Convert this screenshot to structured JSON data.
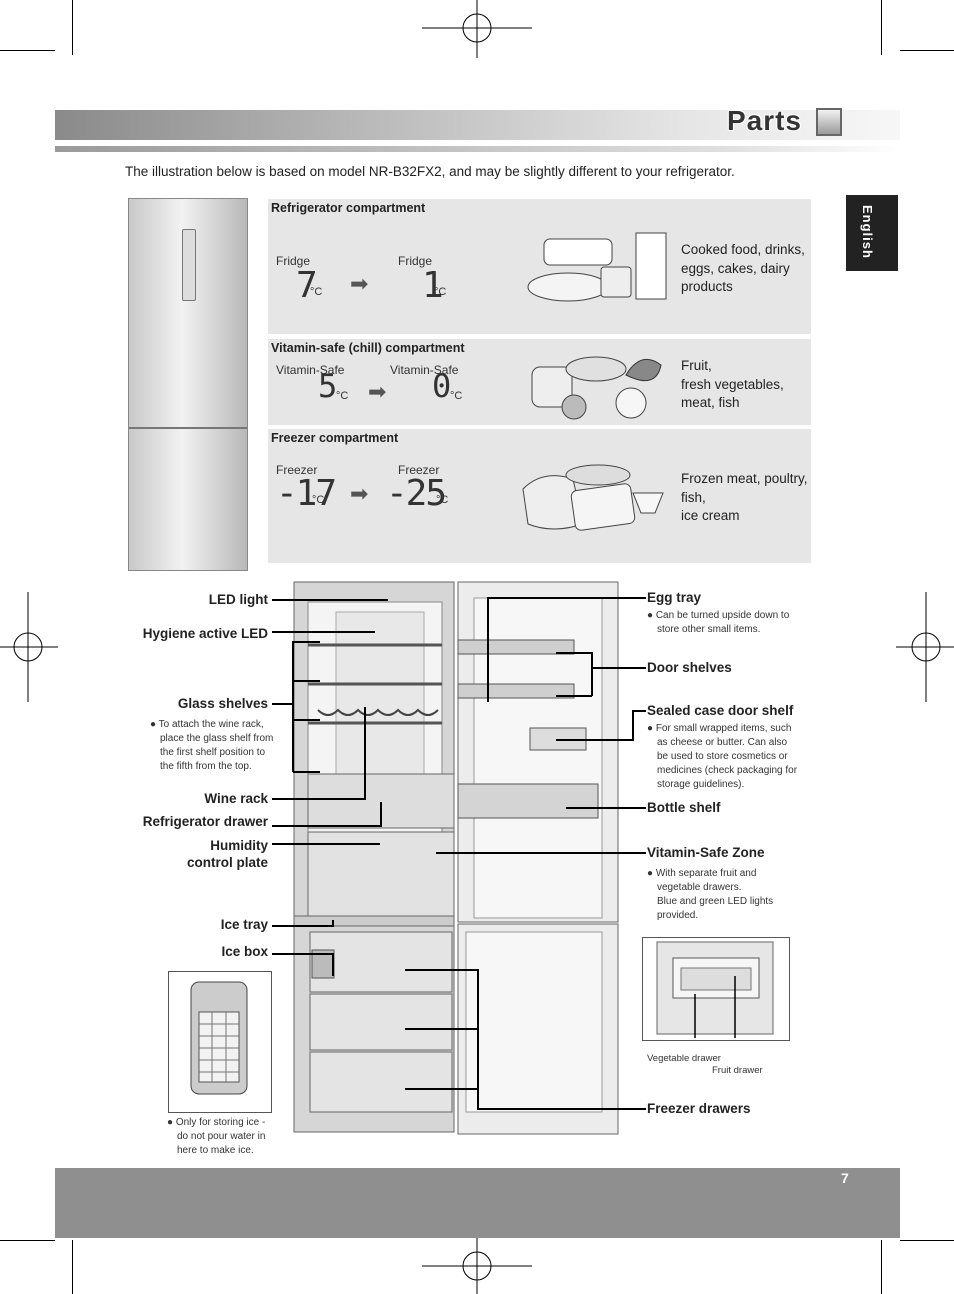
{
  "header": {
    "title": "Parts"
  },
  "intro": "The illustration below is based on model NR-B32FX2, and may be slightly different to your refrigerator.",
  "lang_tab": "English",
  "compartments": [
    {
      "title": "Refrigerator compartment",
      "display_label": "Fridge",
      "from": "7",
      "to": "1",
      "unit": "°C",
      "desc": [
        "Cooked food, drinks,",
        "eggs, cakes, dairy",
        "products"
      ]
    },
    {
      "title": "Vitamin-safe (chill) compartment",
      "display_label": "Vitamin-Safe",
      "from": "5",
      "to": "0",
      "unit": "°C",
      "desc": [
        "Fruit,",
        "fresh vegetables,",
        "meat, fish"
      ]
    },
    {
      "title": "Freezer compartment",
      "display_label": "Freezer",
      "from": "-17",
      "to": "-25",
      "unit": "°C",
      "desc": [
        "Frozen meat, poultry,",
        "fish,",
        "ice cream"
      ]
    }
  ],
  "left_labels": {
    "led_light": "LED light",
    "hygiene_led": "Hygiene active LED",
    "glass_shelves": "Glass shelves",
    "glass_note": [
      "To attach the wine rack,",
      "place the glass shelf from",
      "the first shelf position to",
      "the fifth from the top."
    ],
    "wine_rack": "Wine rack",
    "fridge_drawer": "Refrigerator drawer",
    "humidity_1": "Humidity",
    "humidity_2": "control plate",
    "ice_tray": "Ice tray",
    "ice_box": "Ice box",
    "ice_note": [
      "Only for storing ice -",
      "do not pour water in",
      "here to make ice."
    ]
  },
  "right_labels": {
    "egg_tray": "Egg tray",
    "egg_note": [
      "Can be turned upside down to",
      "store other small items."
    ],
    "door_shelves": "Door shelves",
    "sealed_case": "Sealed case door shelf",
    "sealed_note": [
      "For small wrapped items, such",
      "as cheese or butter. Can also",
      "be used to store cosmetics or",
      "medicines (check packaging for",
      "storage guidelines)."
    ],
    "bottle_shelf": "Bottle shelf",
    "vitamin_zone": "Vitamin-Safe Zone",
    "vitamin_note": [
      "With separate fruit and",
      "vegetable drawers.",
      "Blue and green LED lights",
      "provided."
    ],
    "veg_drawer": "Vegetable drawer",
    "fruit_drawer": "Fruit drawer",
    "freezer_drawers": "Freezer drawers"
  },
  "page_number": "7"
}
